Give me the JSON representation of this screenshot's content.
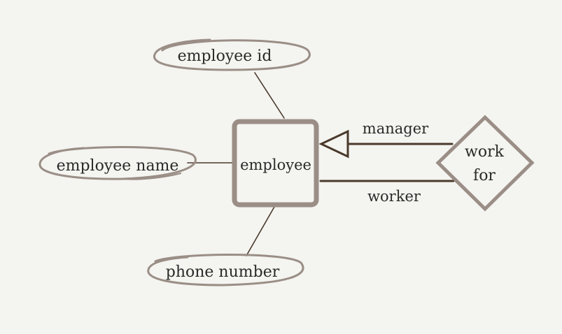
{
  "diagram": {
    "colors": {
      "background": "#f4f4f0",
      "shape_outline": "#9a8e86",
      "connector": "#4a3a2c",
      "text": "#2a2a2a"
    },
    "entity": {
      "label": "employee"
    },
    "attributes": {
      "id": "employee id",
      "name": "employee name",
      "phone": "phone number"
    },
    "relationship": {
      "line1": "work",
      "line2": "for"
    },
    "roles": {
      "manager": "manager",
      "worker": "worker"
    }
  }
}
